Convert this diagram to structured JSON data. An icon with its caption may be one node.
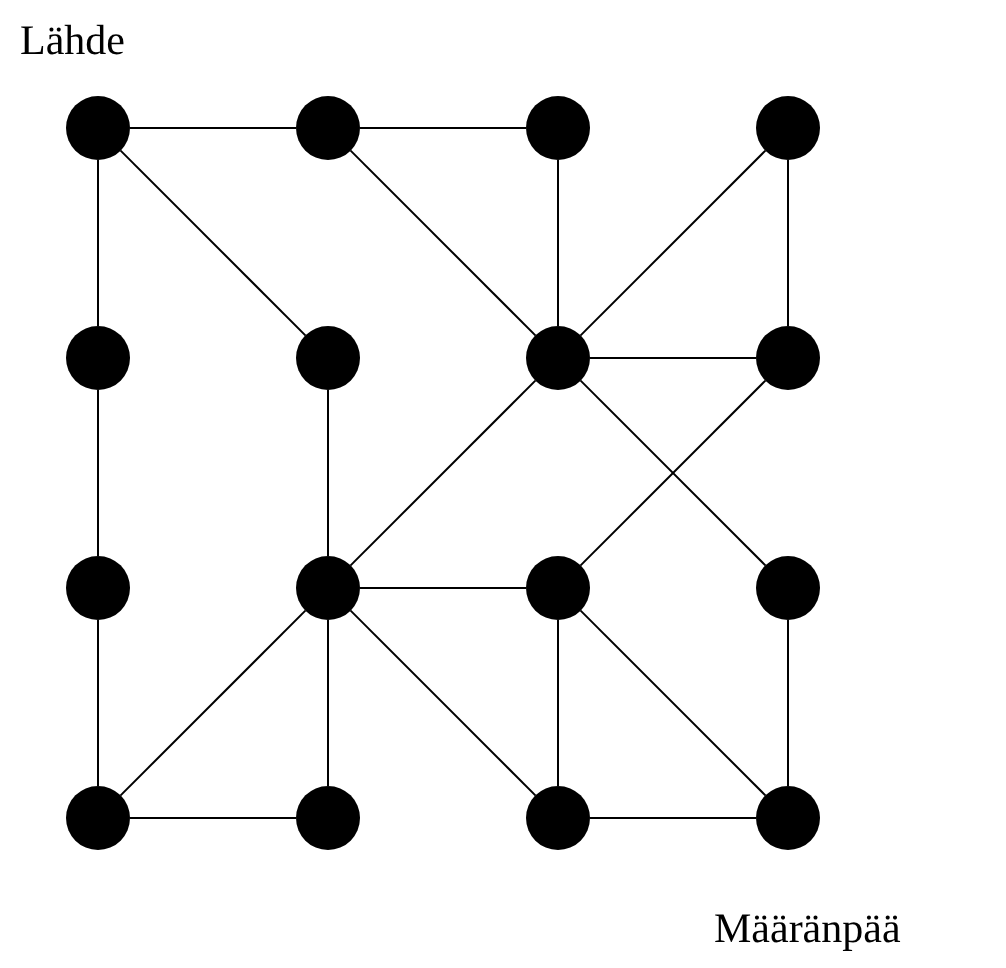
{
  "diagram": {
    "nodes": [
      {
        "text": [],
        "shape": "circle",
        "beside": [
          "Lähde"
        ]
      },
      {
        "text": [],
        "shape": "circle"
      },
      {
        "text": [],
        "shape": "circle"
      },
      {
        "text": [],
        "shape": "circle"
      },
      {
        "text": [],
        "shape": "circle"
      },
      {
        "text": [],
        "shape": "circle"
      },
      {
        "text": [],
        "shape": "circle"
      },
      {
        "text": [],
        "shape": "circle"
      },
      {
        "text": [],
        "shape": "circle"
      },
      {
        "text": [],
        "shape": "circle"
      },
      {
        "text": [],
        "shape": "circle"
      },
      {
        "text": [],
        "shape": "circle"
      },
      {
        "text": [],
        "shape": "circle"
      },
      {
        "text": [],
        "shape": "circle"
      },
      {
        "text": [],
        "shape": "circle"
      },
      {
        "text": [],
        "shape": "circle",
        "beside": [
          "Määränpää"
        ]
      }
    ],
    "edges": [
      {
        "from": 0,
        "to": 1,
        "arrow": "none"
      },
      {
        "from": 1,
        "to": 2,
        "arrow": "none"
      },
      {
        "from": 0,
        "to": 4,
        "arrow": "none"
      },
      {
        "from": 0,
        "to": 5,
        "arrow": "none"
      },
      {
        "from": 1,
        "to": 6,
        "arrow": "none"
      },
      {
        "from": 2,
        "to": 6,
        "arrow": "none"
      },
      {
        "from": 3,
        "to": 6,
        "arrow": "none"
      },
      {
        "from": 3,
        "to": 7,
        "arrow": "none"
      },
      {
        "from": 6,
        "to": 7,
        "arrow": "none"
      },
      {
        "from": 4,
        "to": 8,
        "arrow": "none"
      },
      {
        "from": 5,
        "to": 9,
        "arrow": "none"
      },
      {
        "from": 6,
        "to": 9,
        "arrow": "none"
      },
      {
        "from": 6,
        "to": 11,
        "arrow": "none"
      },
      {
        "from": 7,
        "to": 10,
        "arrow": "none"
      },
      {
        "from": 9,
        "to": 10,
        "arrow": "none"
      },
      {
        "from": 8,
        "to": 12,
        "arrow": "none"
      },
      {
        "from": 9,
        "to": 12,
        "arrow": "none"
      },
      {
        "from": 9,
        "to": 13,
        "arrow": "none"
      },
      {
        "from": 9,
        "to": 14,
        "arrow": "none"
      },
      {
        "from": 10,
        "to": 14,
        "arrow": "none"
      },
      {
        "from": 10,
        "to": 15,
        "arrow": "none"
      },
      {
        "from": 11,
        "to": 15,
        "arrow": "none"
      },
      {
        "from": 12,
        "to": 13,
        "arrow": "none"
      },
      {
        "from": 14,
        "to": 15,
        "arrow": "none"
      }
    ]
  }
}
